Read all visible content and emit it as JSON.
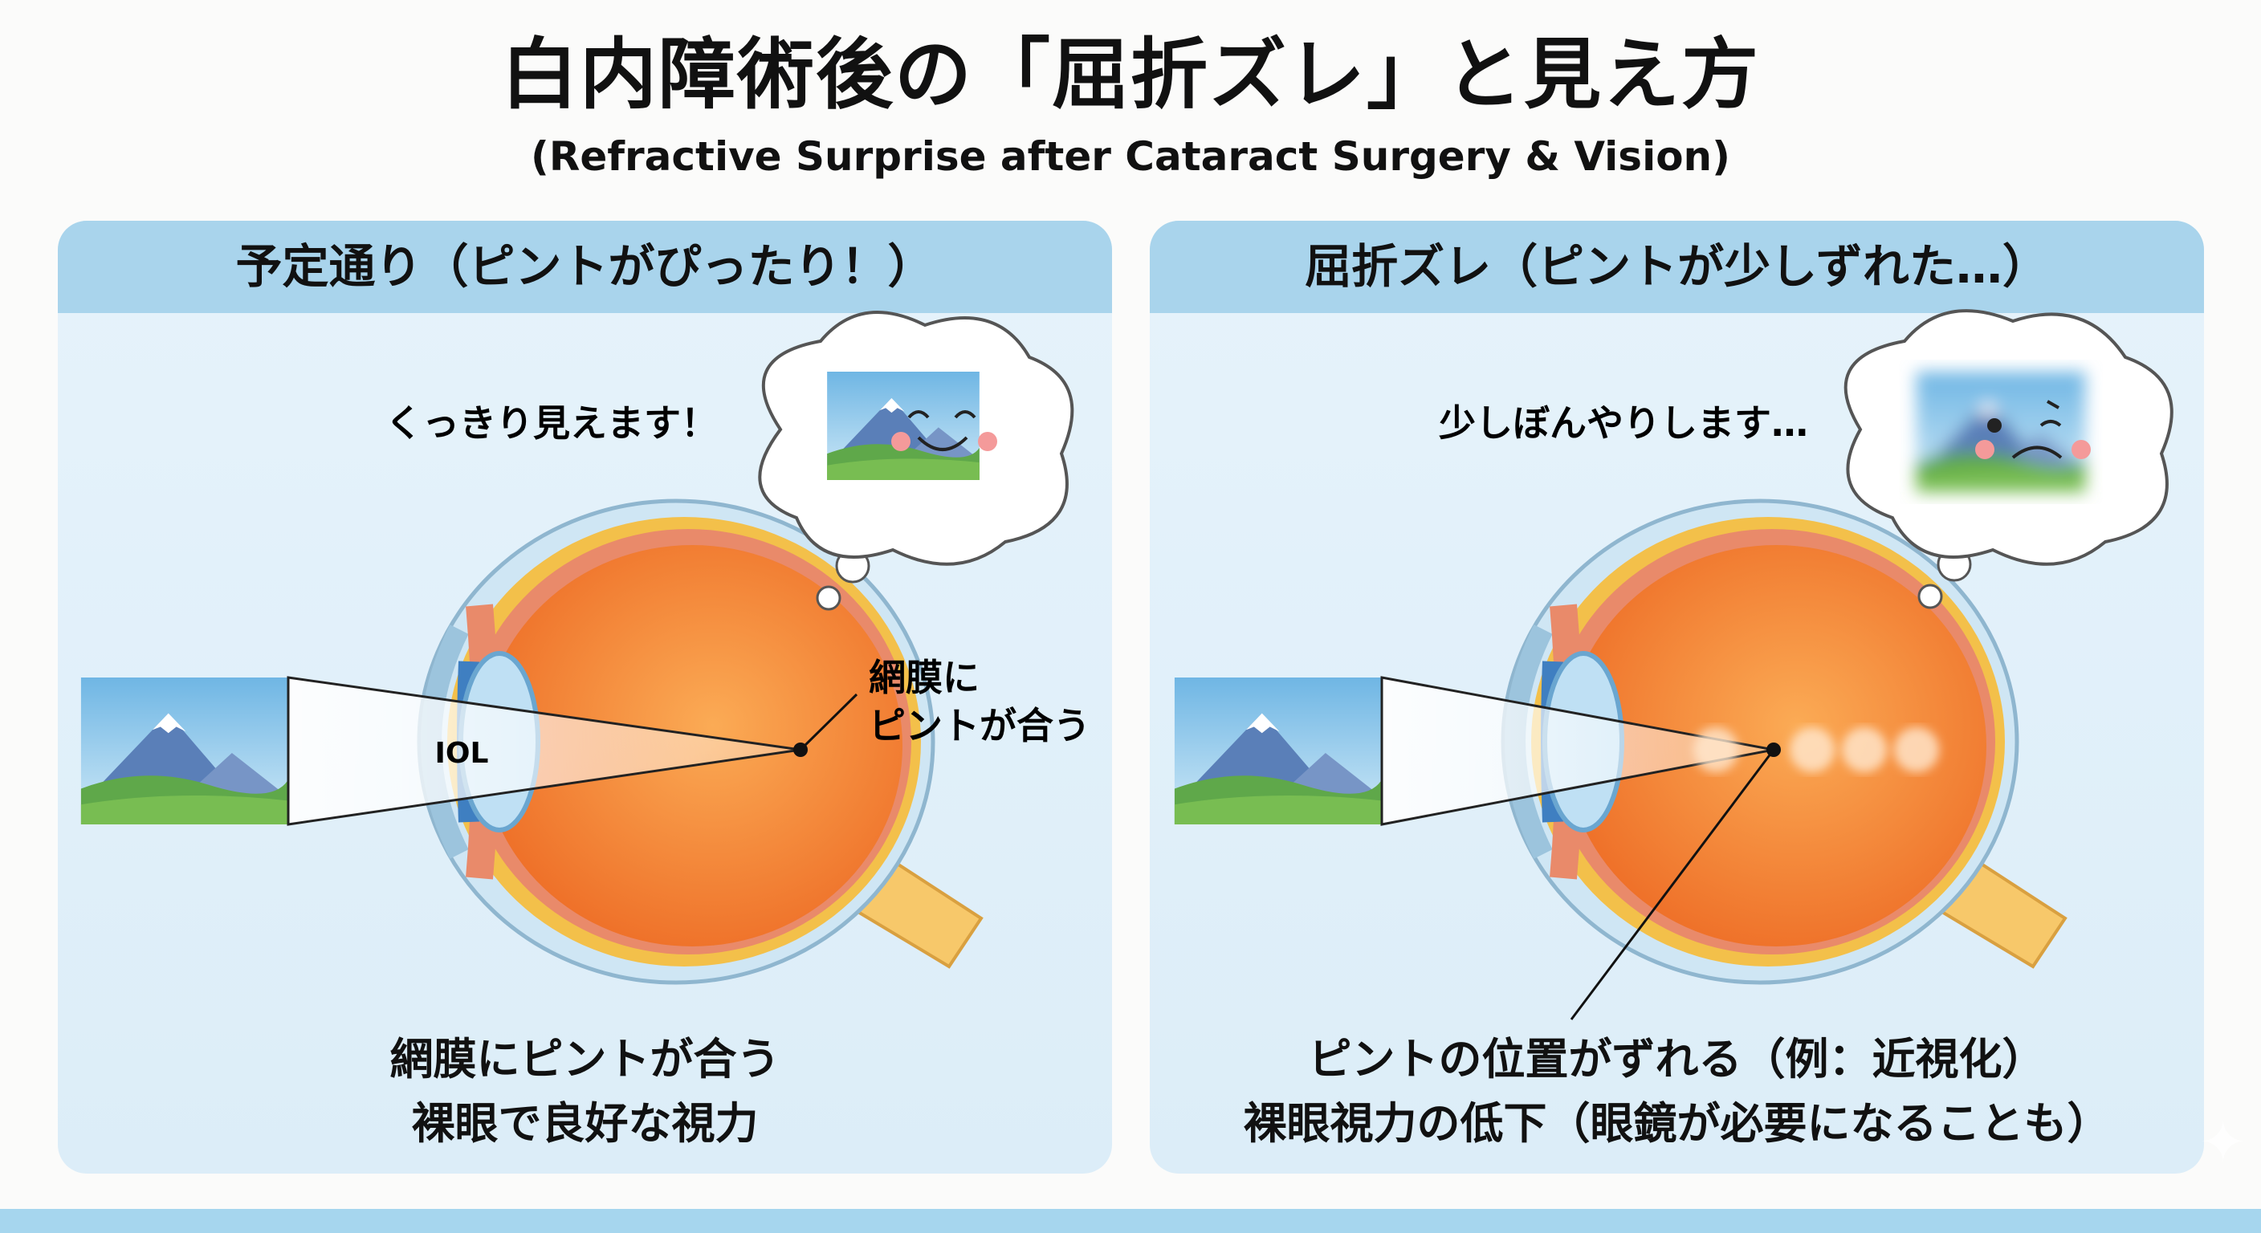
{
  "title": "白内障術後の「屈折ズレ」と見え方",
  "subtitle": "(Refractive Surprise after Cataract Surgery & Vision)",
  "panels": [
    {
      "header": "予定通り（ピントがぴったり！）",
      "thought": "くっきり見えます！",
      "iol_label": "IOL",
      "retina_label_1": "網膜に",
      "retina_label_2": "ピントが合う",
      "caption_1": "網膜にピントが合う",
      "caption_2": "裸眼で良好な視力"
    },
    {
      "header": "屈折ズレ（ピントが少しずれた…）",
      "thought": "少しぼんやりします…",
      "caption_1": "ピントの位置がずれる（例：近視化）",
      "caption_2": "裸眼視力の低下（眼鏡が必要になることも）"
    }
  ],
  "colors": {
    "header": "#a9d4ec",
    "eye": "#f07a2c",
    "panel": "#e3f1fa"
  }
}
